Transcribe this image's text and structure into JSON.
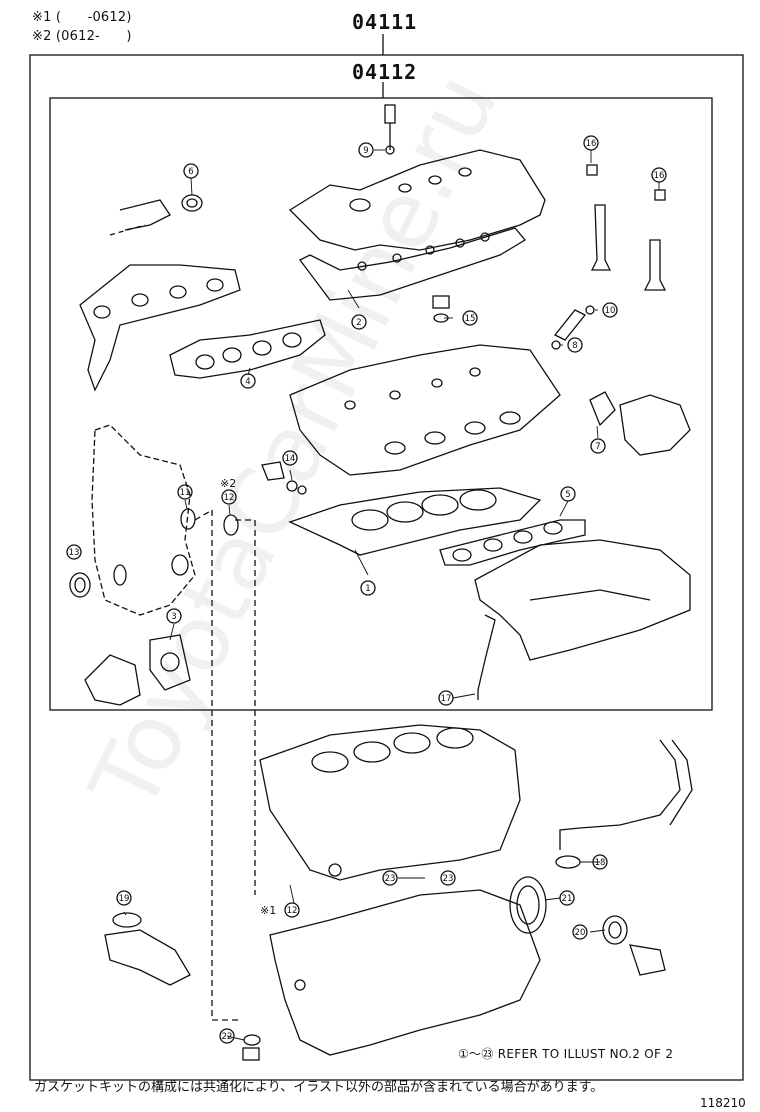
{
  "notes": {
    "note1": "※1 (　　-0612)",
    "note2": "※2 (0612-　　)"
  },
  "codes": {
    "outer": "04111",
    "inner": "04112"
  },
  "callouts": [
    "1",
    "2",
    "3",
    "4",
    "5",
    "6",
    "7",
    "8",
    "9",
    "10",
    "11",
    "12",
    "13",
    "14",
    "15",
    "16",
    "16",
    "17",
    "18",
    "19",
    "20",
    "21",
    "22",
    "23",
    "23"
  ],
  "variant_labels": {
    "v2": "※2",
    "v1": "※1"
  },
  "reference": "①～㉓  REFER TO ILLUST NO.2 OF 2",
  "footer_note": "ガスケットキットの構成には共通化により、イラスト以外の部品が含まれている場合があります。",
  "illustration_number": "118210",
  "watermark": "ToyotaCarMine.ru"
}
